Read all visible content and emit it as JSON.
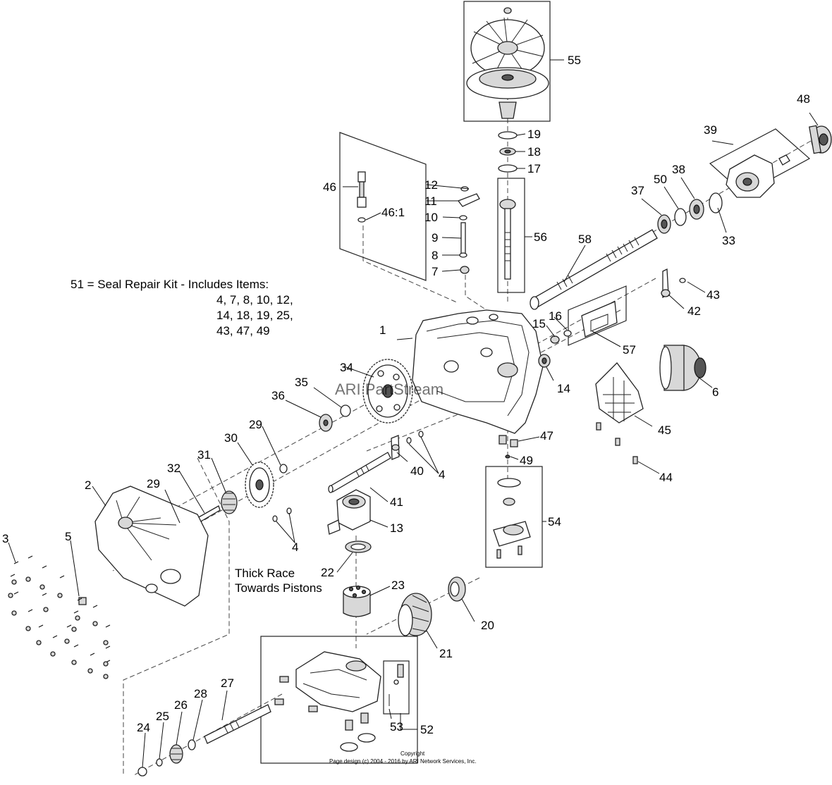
{
  "callouts": {
    "c1": "1",
    "c2": "2",
    "c3": "3",
    "c4a": "4",
    "c4b": "4",
    "c5": "5",
    "c6": "6",
    "c7": "7",
    "c8": "8",
    "c9": "9",
    "c10": "10",
    "c11": "11",
    "c12": "12",
    "c13": "13",
    "c14": "14",
    "c15": "15",
    "c16": "16",
    "c17": "17",
    "c18": "18",
    "c19": "19",
    "c20": "20",
    "c21": "21",
    "c22": "22",
    "c23": "23",
    "c24": "24",
    "c25": "25",
    "c26": "26",
    "c27": "27",
    "c28": "28",
    "c29a": "29",
    "c29b": "29",
    "c30": "30",
    "c31": "31",
    "c32": "32",
    "c33": "33",
    "c34": "34",
    "c35": "35",
    "c36": "36",
    "c37": "37",
    "c38": "38",
    "c39": "39",
    "c40": "40",
    "c41": "41",
    "c42": "42",
    "c43": "43",
    "c44": "44",
    "c45": "45",
    "c46": "46",
    "c46_1": "46:1",
    "c47": "47",
    "c48": "48",
    "c49": "49",
    "c50": "50",
    "c52": "52",
    "c53": "53",
    "c54": "54",
    "c55": "55",
    "c56": "56",
    "c57": "57",
    "c58": "58"
  },
  "seal_kit_note": {
    "line1": "51  = Seal Repair Kit - Includes Items:",
    "line2": "4, 7, 8, 10, 12,",
    "line3": "14, 18, 19, 25,",
    "line4": "43, 47, 49"
  },
  "race_note": {
    "line1": "Thick Race",
    "line2": "Towards Pistons"
  },
  "watermark": "ARI PartStream",
  "copyright": {
    "line1": "Copyright",
    "line2": "Page design (c) 2004 - 2016 by ARI Network Services, Inc."
  }
}
